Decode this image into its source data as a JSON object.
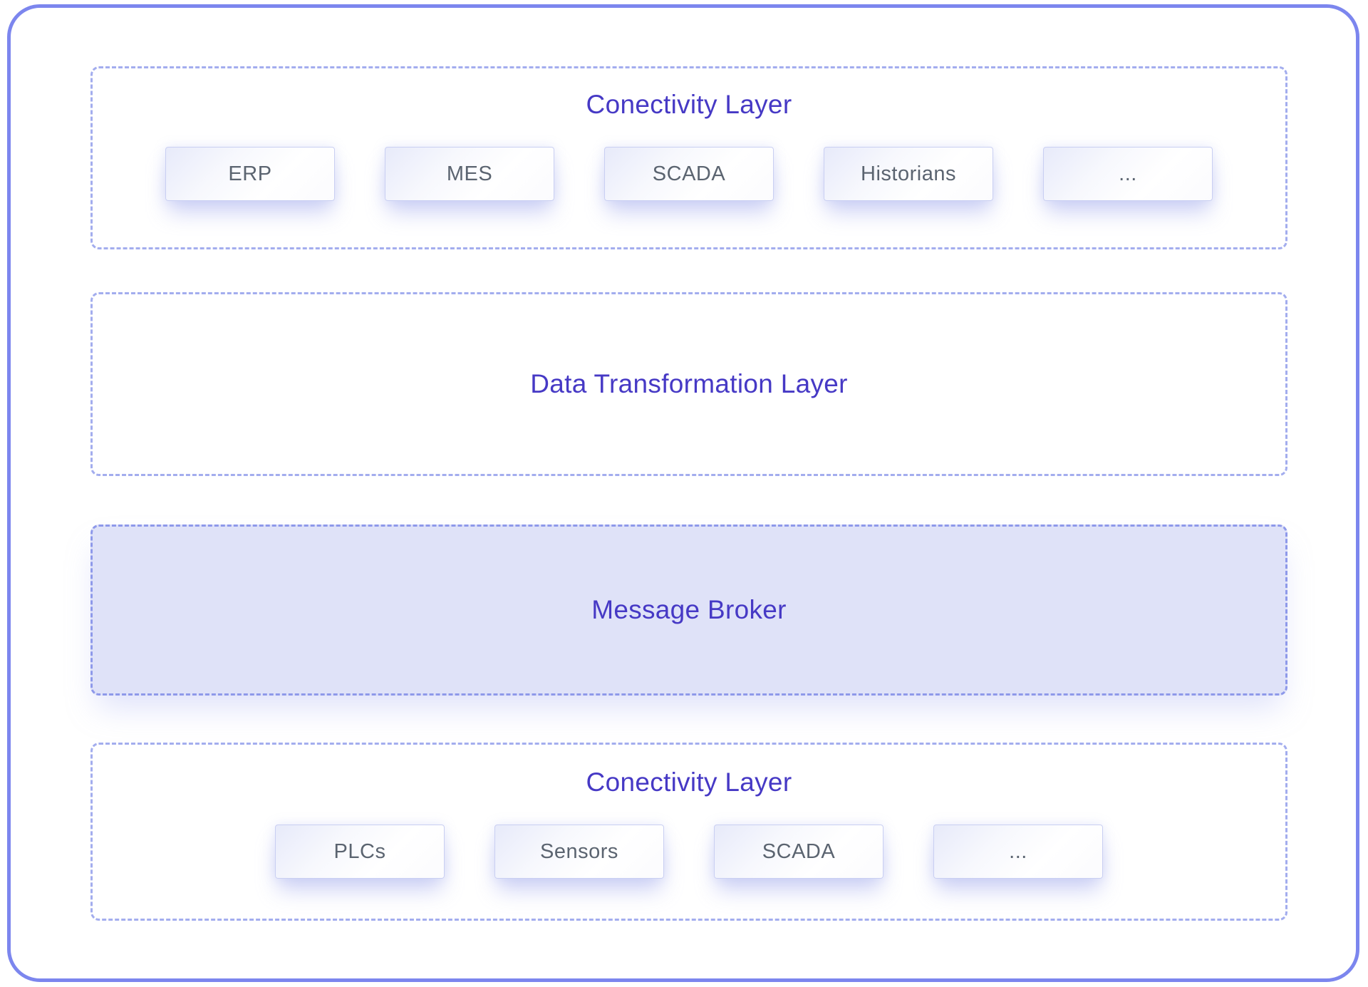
{
  "diagram": {
    "layers": [
      {
        "title": "Conectivity Layer",
        "items": [
          "ERP",
          "MES",
          "SCADA",
          "Historians",
          "..."
        ]
      },
      {
        "title": "Data Transformation Layer"
      },
      {
        "title": "Message Broker"
      },
      {
        "title": "Conectivity Layer",
        "items": [
          "PLCs",
          "Sensors",
          "SCADA",
          "..."
        ]
      }
    ],
    "colors": {
      "frame_border": "#7c86ee",
      "dashed_border": "#a3adee",
      "broker_dashed_border": "#8e99ea",
      "broker_fill": "#dfe2f8",
      "title_text": "#4639c5",
      "item_text": "#5b6470",
      "item_border": "#c9cff2"
    }
  }
}
